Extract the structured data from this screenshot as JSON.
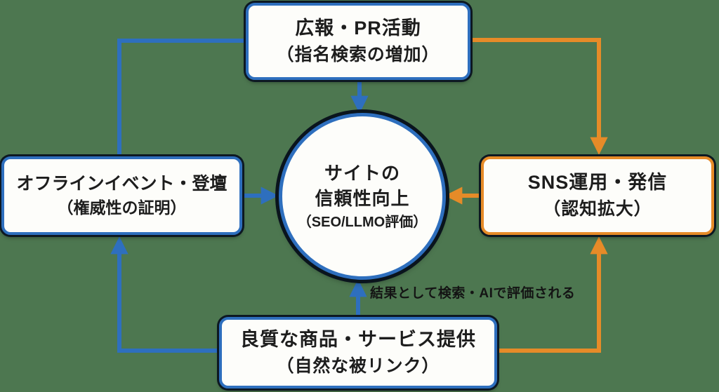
{
  "colors": {
    "background": "#4d7750",
    "blue": "#2e6fbe",
    "orange": "#e68b28",
    "dark_outline": "#0d1822",
    "node_fill": "#fdfdfa",
    "text": "#1d1d1d"
  },
  "nodes": {
    "top": {
      "title": "広報・PR活動",
      "subtitle": "（指名検索の増加）"
    },
    "left": {
      "title": "オフラインイベント・登壇",
      "subtitle": "（権威性の証明）"
    },
    "right": {
      "title": "SNS運用・発信",
      "subtitle": "（認知拡大）"
    },
    "bottom": {
      "title": "良質な商品・サービス提供",
      "subtitle": "（自然な被リンク）"
    },
    "center": {
      "title1": "サイトの",
      "title2": "信頼性向上",
      "subtitle": "（SEO/LLMO評価）"
    }
  },
  "annotation": {
    "text": "結果として検索・AIで評価される"
  }
}
